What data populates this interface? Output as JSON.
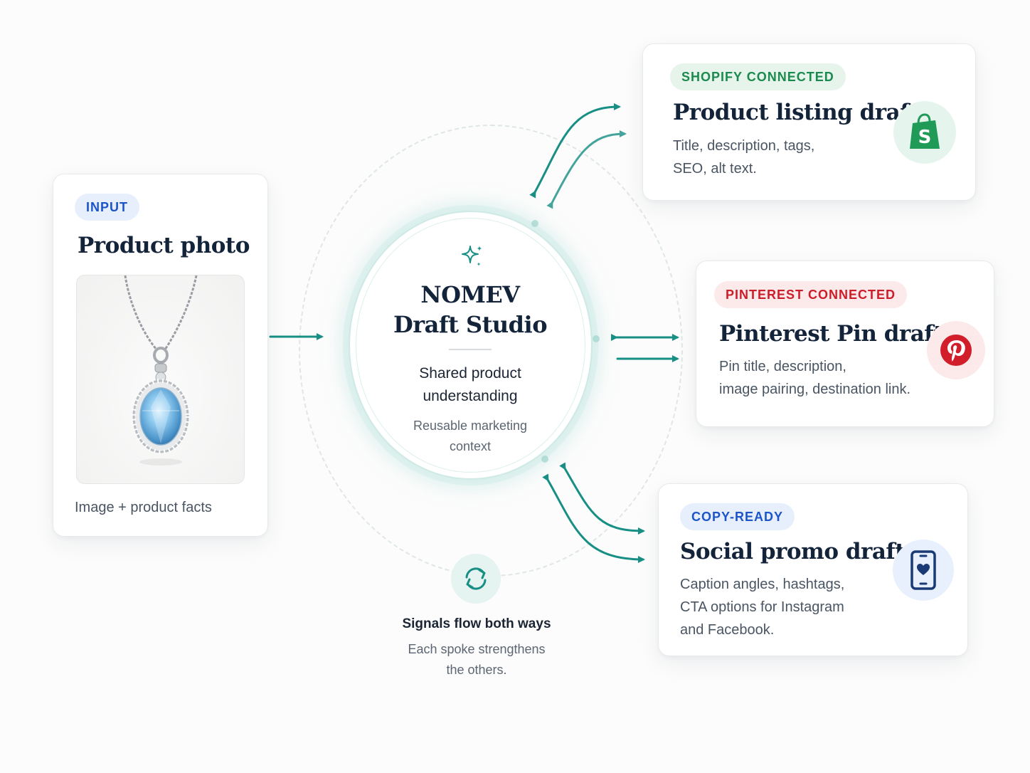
{
  "input": {
    "badge": "INPUT",
    "title": "Product photo",
    "caption": "Image + product facts",
    "photo_icon": "pendant-necklace-image"
  },
  "hub": {
    "icon": "sparkle-icon",
    "title_line1": "NOMEV",
    "title_line2": "Draft Studio",
    "subtitle_line1": "Shared product",
    "subtitle_line2": "understanding",
    "note_line1": "Reusable marketing",
    "note_line2": "context"
  },
  "outputs": [
    {
      "badge": "SHOPIFY CONNECTED",
      "title": "Product listing draft",
      "desc_lines": [
        "Title, description, tags,",
        "SEO, alt text."
      ],
      "icon": "shopify-bag-icon",
      "badge_color": "#1b8a4e"
    },
    {
      "badge": "PINTEREST CONNECTED",
      "title": "Pinterest Pin draft",
      "desc_lines": [
        "Pin title, description,",
        "image pairing, destination link."
      ],
      "icon": "pinterest-icon",
      "badge_color": "#cc1d2a"
    },
    {
      "badge": "COPY-READY",
      "title": "Social promo draft",
      "desc_lines": [
        "Caption angles, hashtags,",
        "CTA options for Instagram",
        "and Facebook."
      ],
      "icon": "phone-heart-icon",
      "badge_color": "#1c55c8"
    }
  ],
  "signals": {
    "icon": "refresh-cycle-icon",
    "title": "Signals flow both ways",
    "desc_line1": "Each spoke strengthens",
    "desc_line2": "the others."
  },
  "colors": {
    "arrow": "#178f84",
    "title": "#13243a"
  }
}
